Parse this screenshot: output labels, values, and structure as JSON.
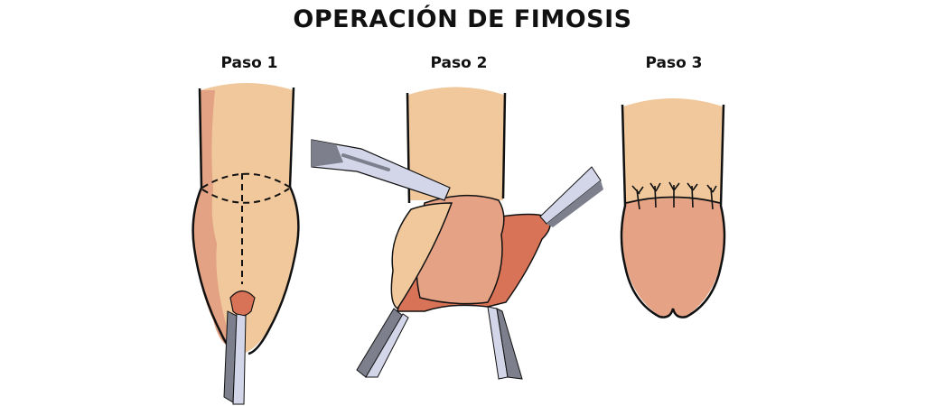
{
  "title": "OPERACIÓN DE FIMOSIS",
  "steps": [
    {
      "label": "Paso 1",
      "description": "dashed incision lines on foreskin, forceps holding tip"
    },
    {
      "label": "Paso 2",
      "description": "scalpel cutting foreskin, three forceps retracting tissue"
    },
    {
      "label": "Paso 3",
      "description": "sutured result"
    }
  ],
  "colors": {
    "skin": "#f0c89c",
    "skin_shadow": "#e3a283",
    "glans": "#e5a285",
    "inner_tissue": "#d97357",
    "instrument_light": "#d3d6e8",
    "instrument_dark": "#7d7f8c",
    "outline": "#111111"
  }
}
